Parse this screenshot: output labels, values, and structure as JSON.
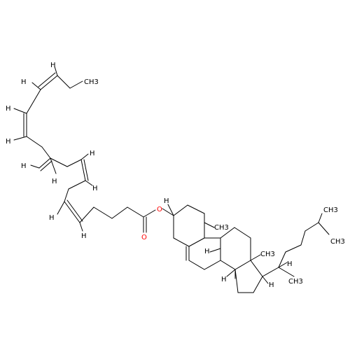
{
  "molecule": {
    "atom_labels": {
      "ch3_terminal_chain": "CH3",
      "ester_o": "O",
      "carbonyl_o": "O",
      "methyl_10": "CH3",
      "methyl_13": "CH3",
      "methyl_20": "CH3",
      "methyl_25a": "CH3",
      "methyl_25b": "CH3",
      "h": "H"
    },
    "colors": {
      "bond": "#000000",
      "oxygen": "#ff0000",
      "text": "#000000"
    }
  }
}
